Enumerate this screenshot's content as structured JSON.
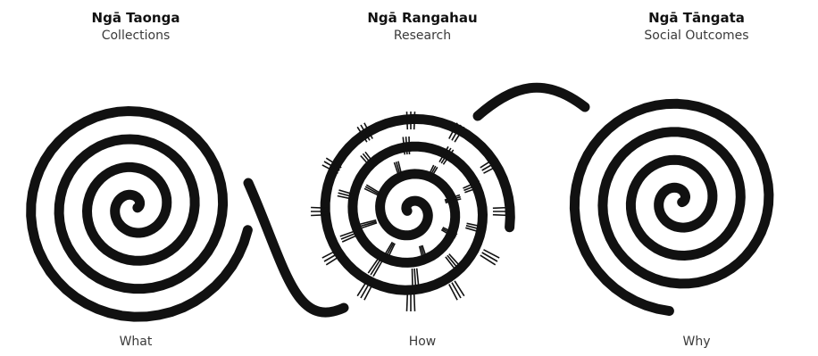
{
  "columns": [
    {
      "title": "Ngā Taonga",
      "subtitle": "Collections",
      "footer": "What"
    },
    {
      "title": "Ngā Rangahau",
      "subtitle": "Research",
      "footer": "How"
    },
    {
      "title": "Ngā Tāngata",
      "subtitle": "Social Outcomes",
      "footer": "Why"
    }
  ],
  "colors": {
    "ink": "#111111",
    "text": "#3a3a3a",
    "background": "#ffffff"
  },
  "icons": [
    "koru-spiral-icon",
    "koru-spiral-with-ladder-bars-icon",
    "koru-spiral-icon"
  ]
}
